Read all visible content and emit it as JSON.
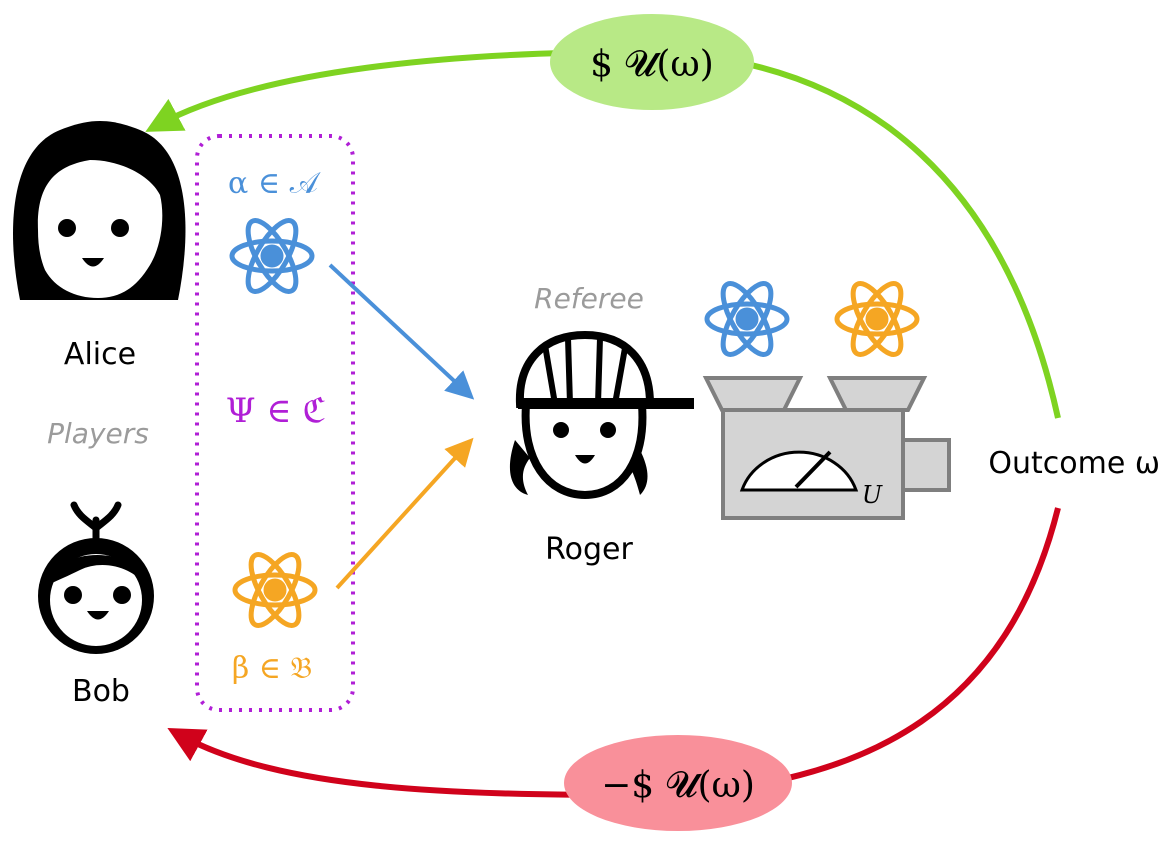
{
  "labels": {
    "alice": "Alice",
    "bob": "Bob",
    "players": "Players",
    "referee": "Referee",
    "roger": "Roger",
    "outcome": "Outcome ω",
    "alpha_set": "α ∈ 𝒜",
    "beta_set": "β ∈ 𝔅",
    "psi_set": "Ψ ∈ ℭ",
    "payoff_alice": "$ 𝓤(ω)",
    "payoff_bob": "−$ 𝓤(ω)",
    "machine_label": "U"
  },
  "icons": {
    "alice": "girl-face-icon",
    "bob": "boy-face-icon",
    "roger": "capped-boy-face-icon",
    "atom_blue": "atom-icon",
    "atom_orange": "atom-icon",
    "machine": "measurement-machine-icon"
  },
  "colors": {
    "blue": "#4a90d9",
    "orange": "#f5a623",
    "purple": "#b01fd6",
    "green": "#7ed321",
    "green_fill": "#b8e986",
    "red": "#d0021b",
    "red_fill": "#f9909a",
    "gray_text": "#9b9b9b",
    "machine_fill": "#d4d4d4",
    "machine_stroke": "#7f7f7f"
  }
}
